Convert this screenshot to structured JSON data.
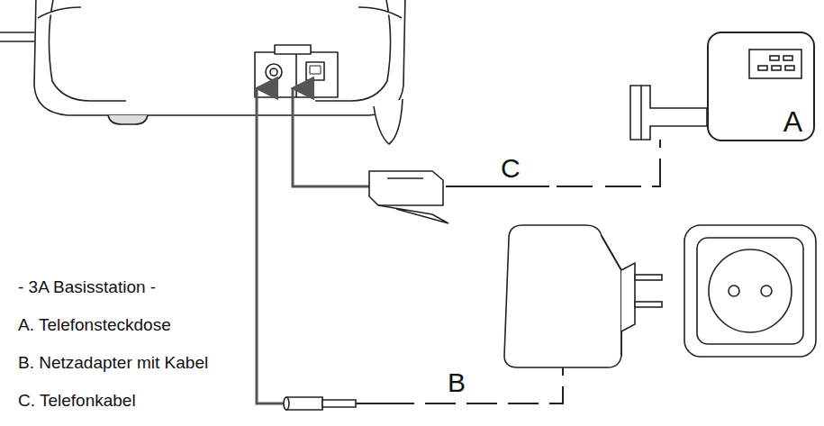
{
  "diagram": {
    "nodes": [
      {
        "text": [
          "A"
        ]
      }
    ],
    "labels": [
      "C",
      "B",
      "- 3A Basisstation -",
      "A. Telefonsteckdose",
      "B. Netzadapter mit Kabel",
      "C. Telefonkabel"
    ]
  }
}
